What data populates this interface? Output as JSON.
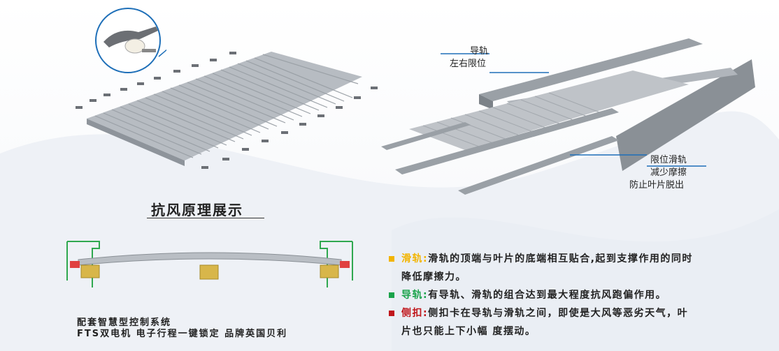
{
  "callouts": {
    "guide_rail": "导轨",
    "guide_rail_sub": "左右限位",
    "limit_rail": "限位滑轨",
    "limit_rail_sub1": "减少摩擦",
    "limit_rail_sub2": "防止叶片脱出"
  },
  "section_title": "抗风原理展示",
  "bottom": {
    "line1": "配套智慧型控制系统",
    "line2": "FTS双电机 电子行程一键锁定 品牌英国贝利"
  },
  "bullets": [
    {
      "key": "滑轨:",
      "color": "#f2b400",
      "text": "滑轨的顶端与叶片的底端相互贴合,起到支撑作用的同时",
      "text2": "降低摩擦力。"
    },
    {
      "key": "导轨:",
      "color": "#1aa34a",
      "text": "有导轨、滑轨的组合达到最大程度抗风跑偏作用。",
      "text2": ""
    },
    {
      "key": "侧扣:",
      "color": "#c0161b",
      "text": "侧扣卡在导轨与滑轨之间，即使是大风等恶劣天气，叶",
      "text2": "片也只能上下小幅 度摆动。"
    }
  ],
  "colors": {
    "accent_blue": "#1e6fb8",
    "frame_green": "#2fa84f",
    "clip_red": "#e04040"
  }
}
